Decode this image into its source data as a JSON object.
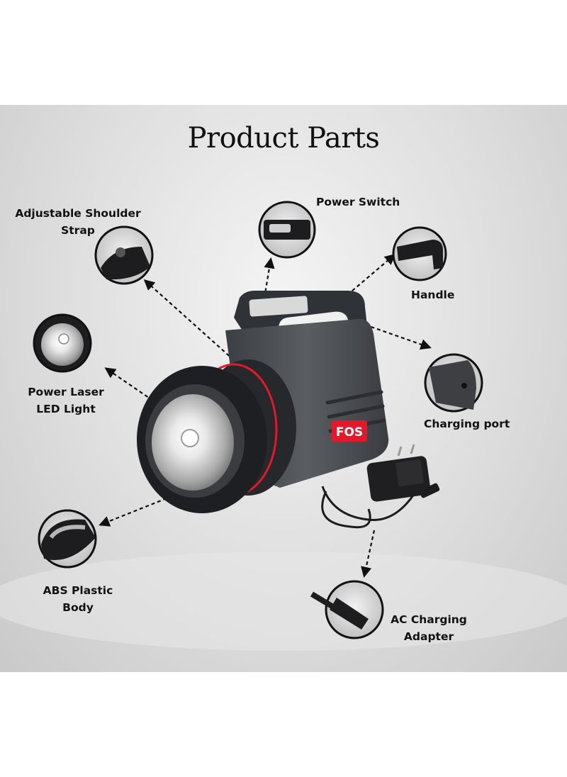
{
  "title": "Product Parts",
  "brand": "FOS",
  "colors": {
    "accent_red": "#e3192b",
    "body_gray": "#4a4d52",
    "background": "#d8d8d8"
  },
  "parts": [
    {
      "id": "strap",
      "line1": "Adjustable Shoulder",
      "line2": "Strap",
      "icon": "strap-clip-icon"
    },
    {
      "id": "switch",
      "line1": "Power Switch",
      "line2": "",
      "icon": "power-switch-icon"
    },
    {
      "id": "handle",
      "line1": "Handle",
      "line2": "",
      "icon": "handle-icon"
    },
    {
      "id": "led",
      "line1": "Power Laser",
      "line2": "LED Light",
      "icon": "led-light-icon"
    },
    {
      "id": "port",
      "line1": "Charging port",
      "line2": "",
      "icon": "charging-port-icon"
    },
    {
      "id": "body",
      "line1": "ABS Plastic",
      "line2": "Body",
      "icon": "plastic-body-icon"
    },
    {
      "id": "adapter",
      "line1": "AC Charging",
      "line2": "Adapter",
      "icon": "plug-icon"
    }
  ]
}
